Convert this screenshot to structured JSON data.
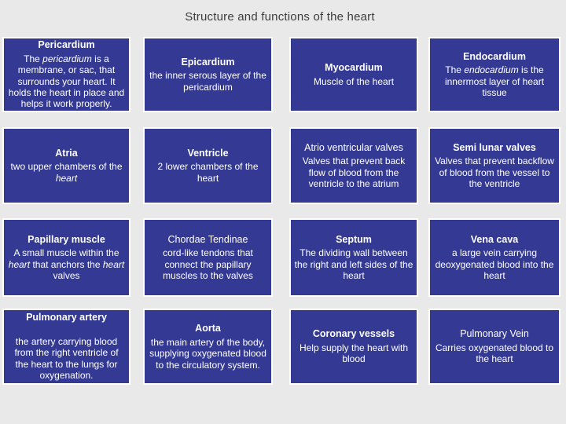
{
  "page": {
    "title": "Structure and functions of the heart",
    "background_color": "#e9e9e9",
    "title_color": "#3d3d3d"
  },
  "card_style": {
    "background_color": "#343a94",
    "border_color": "#ffffff",
    "text_color": "#ffffff"
  },
  "cards": [
    {
      "title": "Pericardium",
      "title_bold": true,
      "body": [
        {
          "t": "The "
        },
        {
          "t": "pericardium",
          "i": true
        },
        {
          "t": " is a membrane, or sac, that surrounds your heart. It holds the heart in place and helps it work properly."
        }
      ]
    },
    {
      "title": "Epicardium",
      "title_bold": true,
      "body": [
        {
          "t": "the inner serous layer of the pericardium"
        }
      ]
    },
    {
      "title": "Myocardium",
      "title_bold": true,
      "body": [
        {
          "t": "Muscle of the heart"
        }
      ]
    },
    {
      "title": "Endocardium",
      "title_bold": true,
      "body": [
        {
          "t": "The "
        },
        {
          "t": "endocardium",
          "i": true
        },
        {
          "t": " is the innermost layer of heart tissue"
        }
      ]
    },
    {
      "title": "Atria",
      "title_bold": true,
      "body": [
        {
          "t": "two upper chambers of the "
        },
        {
          "t": "heart",
          "i": true
        }
      ]
    },
    {
      "title": "Ventricle",
      "title_bold": true,
      "body": [
        {
          "t": "2 lower chambers of the heart"
        }
      ]
    },
    {
      "title": "Atrio ventricular valves",
      "title_bold": false,
      "body": [
        {
          "t": "Valves that prevent back flow of blood from the ventricle to the atrium"
        }
      ]
    },
    {
      "title": "Semi lunar valves",
      "title_bold": true,
      "body": [
        {
          "t": "Valves that prevent backflow of blood from the vessel to the ventricle"
        }
      ]
    },
    {
      "title": "Papillary muscle",
      "title_bold": true,
      "body": [
        {
          "t": "A small muscle within the "
        },
        {
          "t": "heart",
          "i": true
        },
        {
          "t": " that anchors the "
        },
        {
          "t": "heart",
          "i": true
        },
        {
          "t": " valves"
        }
      ]
    },
    {
      "title": "Chordae Tendinae",
      "title_bold": false,
      "body": [
        {
          "t": "cord-like tendons that connect the papillary muscles to the valves"
        }
      ]
    },
    {
      "title": "Septum",
      "title_bold": true,
      "body": [
        {
          "t": "The dividing wall between the right and left sides of the heart"
        }
      ]
    },
    {
      "title": "Vena cava",
      "title_bold": true,
      "body": [
        {
          "t": "a large vein carrying deoxygenated blood into the heart"
        }
      ]
    },
    {
      "title": "Pulmonary artery",
      "title_bold": true,
      "gap_after_title": true,
      "body": [
        {
          "t": "the artery carrying blood from the right ventricle of the heart to the lungs for oxygenation."
        }
      ]
    },
    {
      "title": "Aorta",
      "title_bold": true,
      "body": [
        {
          "t": "the main artery of the body, supplying oxygenated blood to the circulatory system."
        }
      ]
    },
    {
      "title": "Coronary vessels",
      "title_bold": true,
      "body": [
        {
          "t": "Help supply the heart with blood"
        }
      ]
    },
    {
      "title": "Pulmonary Vein",
      "title_bold": false,
      "body": [
        {
          "t": "Carries oxygenated blood to the heart"
        }
      ]
    }
  ]
}
